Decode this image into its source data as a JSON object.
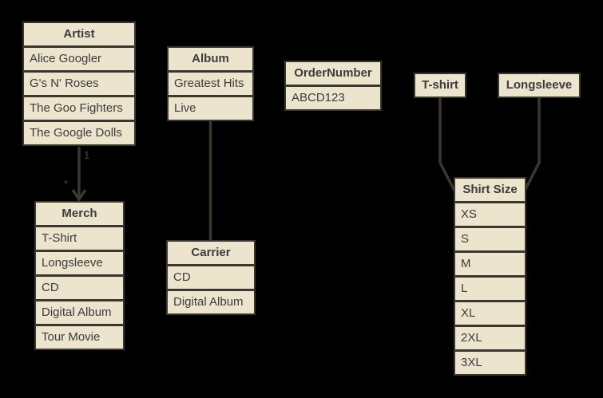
{
  "diagram": {
    "colors": {
      "background": "#000000",
      "box_fill": "#ece4cc",
      "box_border": "#3a372e",
      "connector": "#3a372e",
      "text": "#3c3c3c"
    },
    "tables": [
      {
        "title": "Artist",
        "rows": [
          "Alice Googler",
          "G's N' Roses",
          "The Goo Fighters",
          "The Google Dolls"
        ]
      },
      {
        "title": "Album",
        "rows": [
          "Greatest Hits",
          "Live"
        ]
      },
      {
        "title": "OrderNumber",
        "rows": [
          "ABCD123"
        ]
      },
      {
        "title": "T-shirt",
        "rows": []
      },
      {
        "title": "Longsleeve",
        "rows": []
      },
      {
        "title": "Merch",
        "rows": [
          "T-Shirt",
          "Longsleeve",
          "CD",
          "Digital Album",
          "Tour Movie"
        ]
      },
      {
        "title": "Carrier",
        "rows": [
          "CD",
          "Digital Album"
        ]
      },
      {
        "title": "Shirt Size",
        "rows": [
          "XS",
          "S",
          "M",
          "L",
          "XL",
          "2XL",
          "3XL"
        ]
      }
    ],
    "connectors": {
      "artist_merch": {
        "from": "Artist",
        "to": "Merch",
        "label_near_source": "1",
        "label_near_target": "*"
      },
      "album_carrier": {
        "from": "Album",
        "to": "Carrier"
      },
      "tshirt_shirtsize": {
        "from": "T-shirt",
        "to": "Shirt Size"
      },
      "longsleeve_shirtsize": {
        "from": "Longsleeve",
        "to": "Shirt Size"
      }
    }
  }
}
